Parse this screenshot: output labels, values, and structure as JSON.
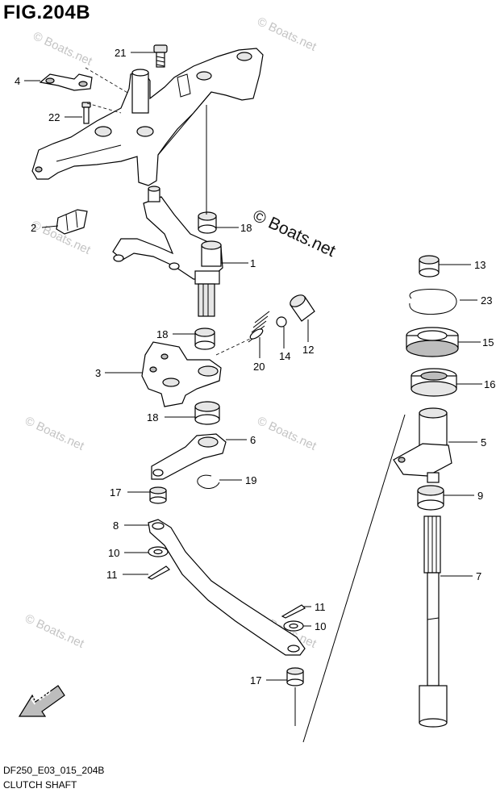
{
  "figure": {
    "title": "FIG.204B",
    "code": "DF250_E03_015_204B",
    "name": "CLUTCH SHAFT"
  },
  "watermark": {
    "text": "© Boats.net",
    "featured": "© Boats.net"
  },
  "direction": {
    "label": "FWD"
  },
  "callouts": [
    {
      "id": "21",
      "label": "21"
    },
    {
      "id": "4",
      "label": "4"
    },
    {
      "id": "22",
      "label": "22"
    },
    {
      "id": "2",
      "label": "2"
    },
    {
      "id": "18a",
      "label": "18"
    },
    {
      "id": "1",
      "label": "1"
    },
    {
      "id": "18b",
      "label": "18"
    },
    {
      "id": "20",
      "label": "20"
    },
    {
      "id": "14",
      "label": "14"
    },
    {
      "id": "12",
      "label": "12"
    },
    {
      "id": "3",
      "label": "3"
    },
    {
      "id": "18c",
      "label": "18"
    },
    {
      "id": "6",
      "label": "6"
    },
    {
      "id": "19",
      "label": "19"
    },
    {
      "id": "17a",
      "label": "17"
    },
    {
      "id": "8",
      "label": "8"
    },
    {
      "id": "10a",
      "label": "10"
    },
    {
      "id": "11a",
      "label": "11"
    },
    {
      "id": "11b",
      "label": "11"
    },
    {
      "id": "10b",
      "label": "10"
    },
    {
      "id": "17b",
      "label": "17"
    },
    {
      "id": "13",
      "label": "13"
    },
    {
      "id": "23",
      "label": "23"
    },
    {
      "id": "15",
      "label": "15"
    },
    {
      "id": "16",
      "label": "16"
    },
    {
      "id": "5",
      "label": "5"
    },
    {
      "id": "9",
      "label": "9"
    },
    {
      "id": "7",
      "label": "7"
    }
  ]
}
